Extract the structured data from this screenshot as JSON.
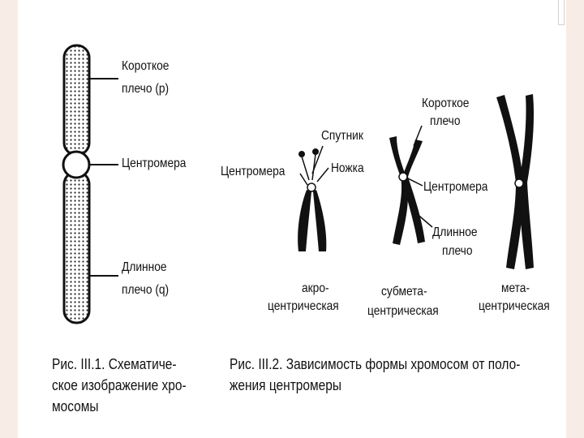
{
  "figure1": {
    "labels": {
      "short_arm": [
        "Короткое",
        "плечо (р)"
      ],
      "centromere": "Центромера",
      "long_arm": [
        "Длинное",
        "плечо (q)"
      ]
    },
    "caption": [
      "Рис. III.1. Схематиче-",
      "ское изображение хро-",
      "мосомы"
    ]
  },
  "figure2": {
    "labels": {
      "satellite": "Спутник",
      "centromere_left": "Центромера",
      "stalk": "Ножка",
      "short_arm": [
        "Короткое",
        "плечо"
      ],
      "centromere_right": "Центромера",
      "long_arm": [
        "Длинное",
        "плечо"
      ]
    },
    "types": {
      "acro": [
        "акро-",
        "центрическая"
      ],
      "submeta": [
        "субмета-",
        "центрическая"
      ],
      "meta": [
        "мета-",
        "центрическая"
      ]
    },
    "caption": [
      "Рис. III.2. Зависимость формы хромосом от поло-",
      "жения центромеры"
    ]
  }
}
